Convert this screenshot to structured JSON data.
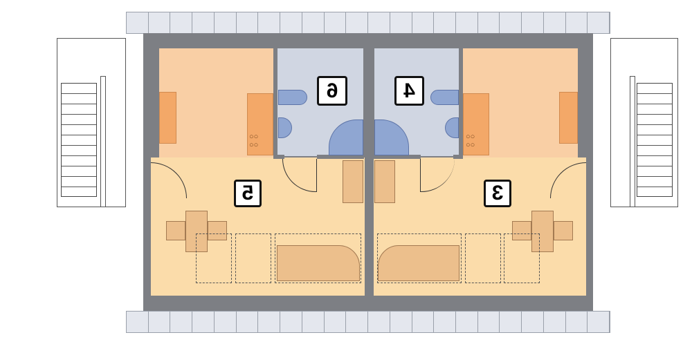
{
  "rooms": [
    {
      "id": "bathroom-left",
      "label": "6"
    },
    {
      "id": "bathroom-right",
      "label": "4"
    },
    {
      "id": "living-left",
      "label": "5"
    },
    {
      "id": "living-right",
      "label": "3"
    }
  ],
  "colors": {
    "wall": "#7d7f84",
    "kitchen": "#f9cfa5",
    "bathroom": "#d0d6e2",
    "living": "#fbdcaa",
    "fixture": "#8fa6d2"
  }
}
